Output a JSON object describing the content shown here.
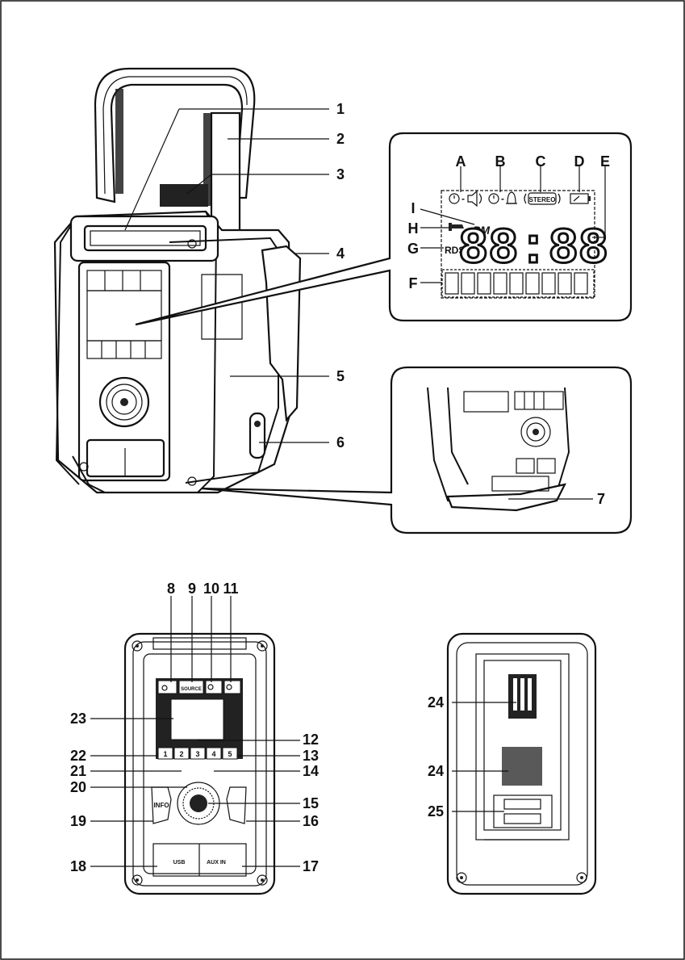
{
  "callouts": {
    "c1": "1",
    "c2": "2",
    "c3": "3",
    "c4": "4",
    "c5": "5",
    "c6": "6",
    "c7": "7",
    "c8": "8",
    "c9": "9",
    "c10": "10",
    "c11": "11",
    "c12": "12",
    "c13": "13",
    "c14": "14",
    "c15": "15",
    "c16": "16",
    "c17": "17",
    "c18": "18",
    "c19": "19",
    "c20": "20",
    "c21": "21",
    "c22": "22",
    "c23": "23",
    "c24a": "24",
    "c24b": "24",
    "c25": "25"
  },
  "lcd_callouts": {
    "A": "A",
    "B": "B",
    "C": "C",
    "D": "D",
    "E": "E",
    "F": "F",
    "G": "G",
    "H": "H",
    "I": "I"
  },
  "lcd": {
    "stereo": "STEREO",
    "pm": "PM",
    "rds": "RDS",
    "clock": "88:88"
  },
  "front_panel": {
    "source_label": "SOURCE",
    "preset_1": "1",
    "preset_2": "2",
    "preset_3": "3",
    "preset_4": "4",
    "preset_5": "5",
    "info_label": "INFO",
    "usb_label": "USB",
    "aux_label": "AUX IN"
  },
  "icons": [
    "power-icon",
    "alarm-icon",
    "speaker-icon",
    "bell-icon",
    "battery-icon",
    "stereo-icon"
  ]
}
